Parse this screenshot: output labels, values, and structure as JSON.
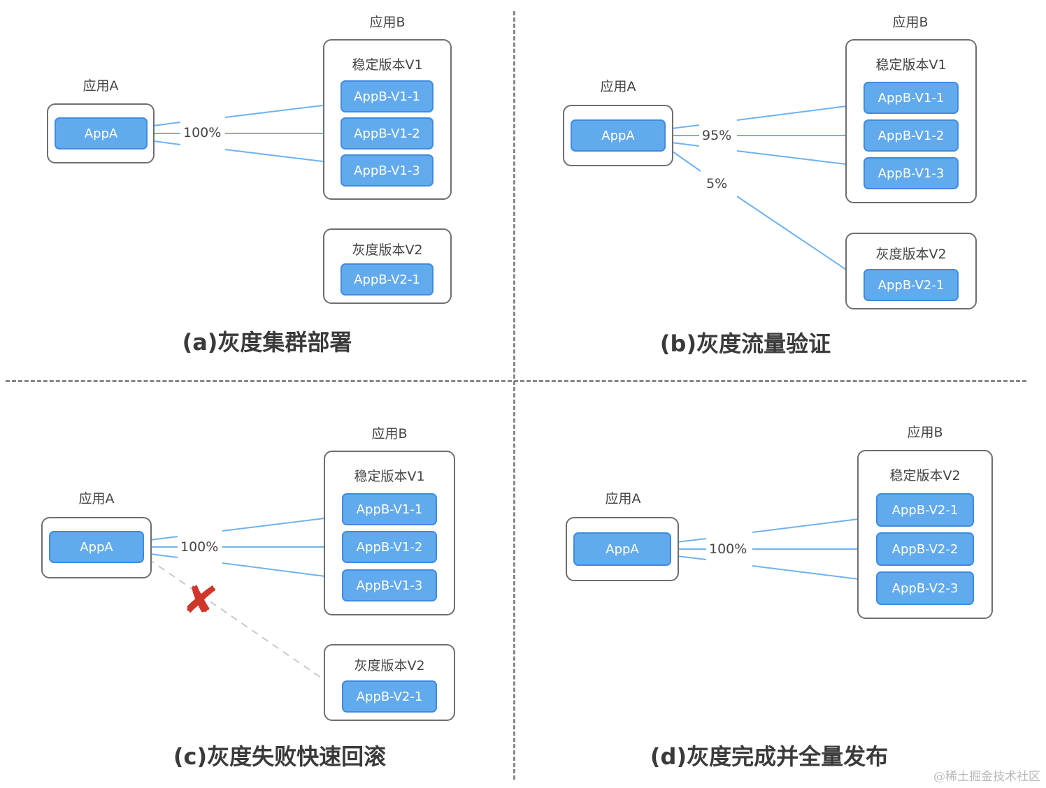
{
  "quadrants": {
    "a": {
      "caption": "(a)灰度集群部署",
      "app_a_label": "应用A",
      "app_a_node": "AppA",
      "app_b_label": "应用B",
      "stable_title": "稳定版本V1",
      "stable_nodes": [
        "AppB-V1-1",
        "AppB-V1-2",
        "AppB-V1-3"
      ],
      "gray_title": "灰度版本V2",
      "gray_nodes": [
        "AppB-V2-1"
      ],
      "pct_main": "100%"
    },
    "b": {
      "caption": "(b)灰度流量验证",
      "app_a_label": "应用A",
      "app_a_node": "AppA",
      "app_b_label": "应用B",
      "stable_title": "稳定版本V1",
      "stable_nodes": [
        "AppB-V1-1",
        "AppB-V1-2",
        "AppB-V1-3"
      ],
      "gray_title": "灰度版本V2",
      "gray_nodes": [
        "AppB-V2-1"
      ],
      "pct_main": "95%",
      "pct_gray": "5%"
    },
    "c": {
      "caption": "(c)灰度失败快速回滚",
      "app_a_label": "应用A",
      "app_a_node": "AppA",
      "app_b_label": "应用B",
      "stable_title": "稳定版本V1",
      "stable_nodes": [
        "AppB-V1-1",
        "AppB-V1-2",
        "AppB-V1-3"
      ],
      "gray_title": "灰度版本V2",
      "gray_nodes": [
        "AppB-V2-1"
      ],
      "pct_main": "100%",
      "fail_mark": "✘"
    },
    "d": {
      "caption": "(d)灰度完成并全量发布",
      "app_a_label": "应用A",
      "app_a_node": "AppA",
      "app_b_label": "应用B",
      "stable_title": "稳定版本V2",
      "stable_nodes": [
        "AppB-V2-1",
        "AppB-V2-2",
        "AppB-V2-3"
      ],
      "pct_main": "100%"
    }
  },
  "watermark": "@稀土掘金技术社区",
  "colors": {
    "node_fill": "#62aaee",
    "node_border": "#3f8be0",
    "arrow": "#6fb2ef",
    "fail_arrow": "#c9c9c9",
    "fail_mark": "#d0372a"
  }
}
